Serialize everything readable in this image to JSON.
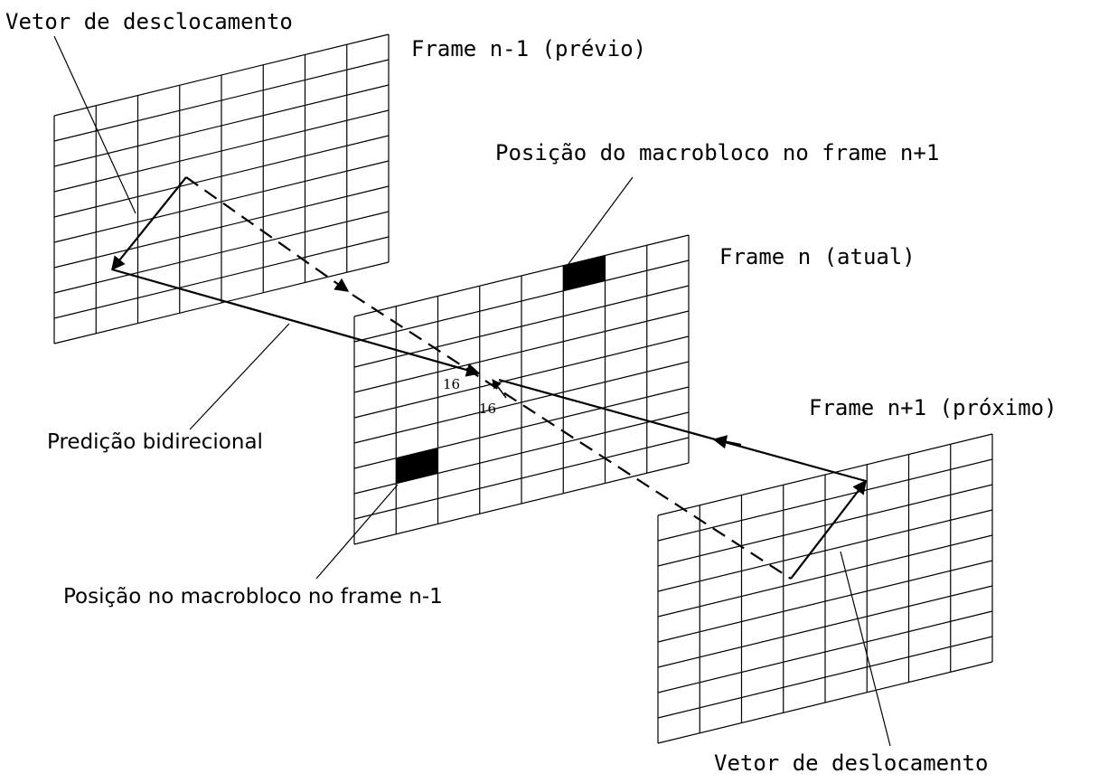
{
  "labels": {
    "vetor_top": "Vetor de desclocamento",
    "frame_prev": "Frame n-1 (prévio)",
    "pos_next": "Posição do macrobloco no frame n+1",
    "frame_curr": "Frame n (atual)",
    "frame_next": "Frame n+1 (próximo)",
    "predicao": "Predição bidirecional",
    "pos_prev": "Posição no macrobloco no frame n-1",
    "vetor_bottom": "Vetor de deslocamento",
    "dim_a": "16",
    "dim_b": "16"
  },
  "grid": {
    "columns": 8,
    "rows": 9
  },
  "colors": {
    "line": "#000000",
    "fill": "#000000",
    "background": "#ffffff"
  }
}
